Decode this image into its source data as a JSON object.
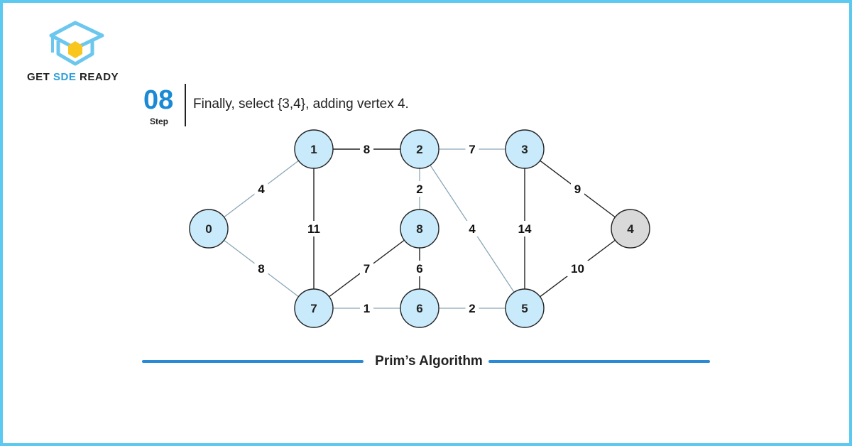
{
  "brand": {
    "name_part1": "GET ",
    "name_part2": "SDE",
    "name_part3": " READY",
    "logo_icon": "graduation-cap-hexagon-icon",
    "accent_color": "#2aa0dc"
  },
  "step": {
    "number": "08",
    "label": "Step",
    "caption": "Finally, select {3,4}, adding vertex 4."
  },
  "footer": {
    "title": "Prim’s Algorithm"
  },
  "graph": {
    "colors": {
      "node_fill": "#c9eafa",
      "node_new_fill": "#d9d9d9",
      "edge_default": "#222222",
      "edge_mst": "#8aa7b8"
    },
    "nodes": [
      {
        "id": "0",
        "label": "0",
        "state": "in-tree"
      },
      {
        "id": "1",
        "label": "1",
        "state": "in-tree"
      },
      {
        "id": "2",
        "label": "2",
        "state": "in-tree"
      },
      {
        "id": "3",
        "label": "3",
        "state": "in-tree"
      },
      {
        "id": "4",
        "label": "4",
        "state": "new"
      },
      {
        "id": "5",
        "label": "5",
        "state": "in-tree"
      },
      {
        "id": "6",
        "label": "6",
        "state": "in-tree"
      },
      {
        "id": "7",
        "label": "7",
        "state": "in-tree"
      },
      {
        "id": "8",
        "label": "8",
        "state": "in-tree"
      }
    ],
    "edges": [
      {
        "from": "0",
        "to": "1",
        "weight": "4",
        "mst": true
      },
      {
        "from": "0",
        "to": "7",
        "weight": "8",
        "mst": true
      },
      {
        "from": "1",
        "to": "2",
        "weight": "8",
        "mst": false
      },
      {
        "from": "1",
        "to": "7",
        "weight": "11",
        "mst": false
      },
      {
        "from": "2",
        "to": "3",
        "weight": "7",
        "mst": true
      },
      {
        "from": "2",
        "to": "8",
        "weight": "2",
        "mst": true
      },
      {
        "from": "2",
        "to": "5",
        "weight": "4",
        "mst": true
      },
      {
        "from": "3",
        "to": "4",
        "weight": "9",
        "mst": false
      },
      {
        "from": "3",
        "to": "5",
        "weight": "14",
        "mst": false
      },
      {
        "from": "8",
        "to": "7",
        "weight": "7",
        "mst": false
      },
      {
        "from": "8",
        "to": "6",
        "weight": "6",
        "mst": false
      },
      {
        "from": "7",
        "to": "6",
        "weight": "1",
        "mst": true
      },
      {
        "from": "6",
        "to": "5",
        "weight": "2",
        "mst": true
      },
      {
        "from": "5",
        "to": "4",
        "weight": "10",
        "mst": false
      }
    ]
  }
}
